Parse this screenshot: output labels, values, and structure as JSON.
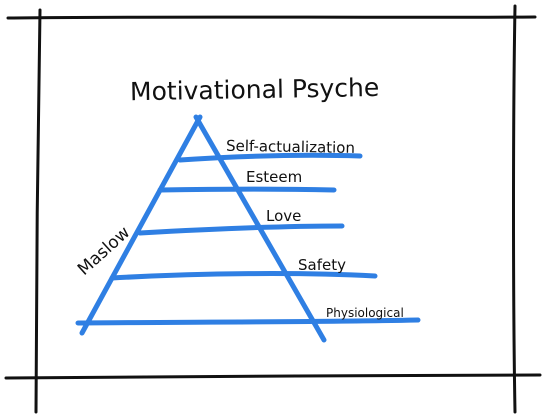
{
  "diagram": {
    "title": "Motivational Psyche",
    "side_label": "Maslow",
    "levels": [
      {
        "label": "Self-actualization"
      },
      {
        "label": "Esteem"
      },
      {
        "label": "Love"
      },
      {
        "label": "Safety"
      },
      {
        "label": "Physiological"
      }
    ]
  },
  "colors": {
    "ink": "#111111",
    "pyramid": "#2f7fe3",
    "background": "#ffffff"
  }
}
